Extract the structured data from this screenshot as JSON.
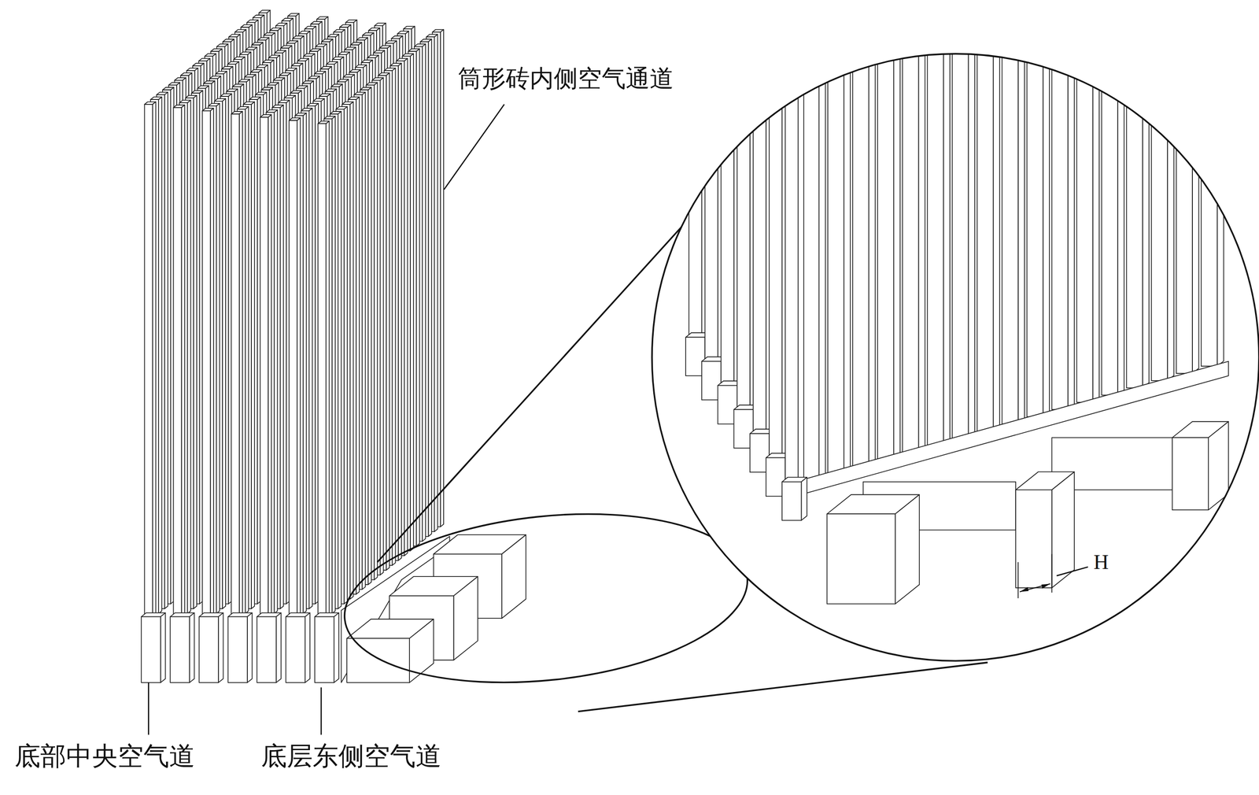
{
  "diagram": {
    "labels": [
      "筒形砖内侧空气通道",
      "底部中央空气道",
      "底层东侧空气道",
      "H"
    ]
  }
}
